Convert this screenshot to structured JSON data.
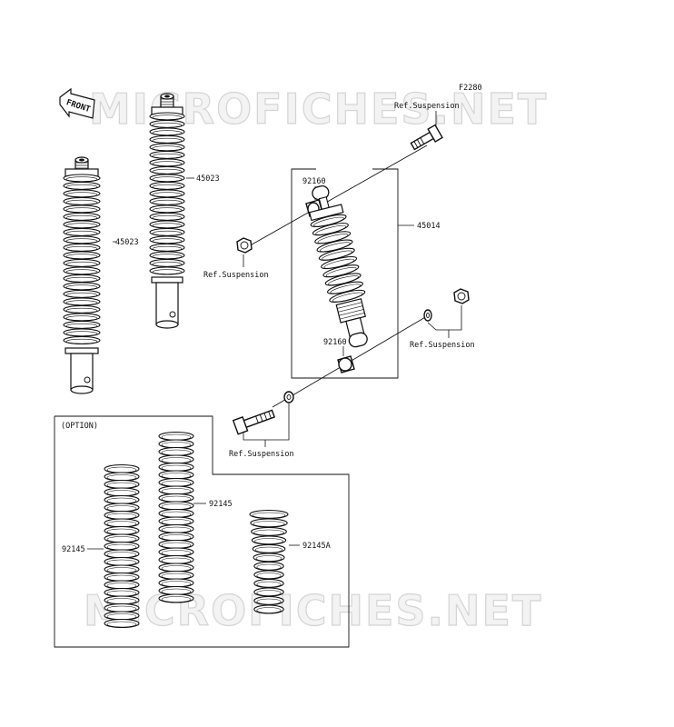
{
  "watermark": "MICROFICHES.NET",
  "figure_code": "F2280",
  "front_marker": "FRONT",
  "option_label": "(OPTION)",
  "labels": {
    "ref_top": "Ref.Suspension",
    "ref_left": "Ref.Suspension",
    "ref_right": "Ref.Suspension",
    "ref_bottom": "Ref.Suspension",
    "shock_45023_rear": "45023",
    "shock_45023_front": "45023",
    "shock_45014": "45014",
    "bushing_upper": "92160",
    "bushing_lower": "92160",
    "spring_92145_a": "92145",
    "spring_92145_b": "92145",
    "spring_92145A": "92145A"
  }
}
